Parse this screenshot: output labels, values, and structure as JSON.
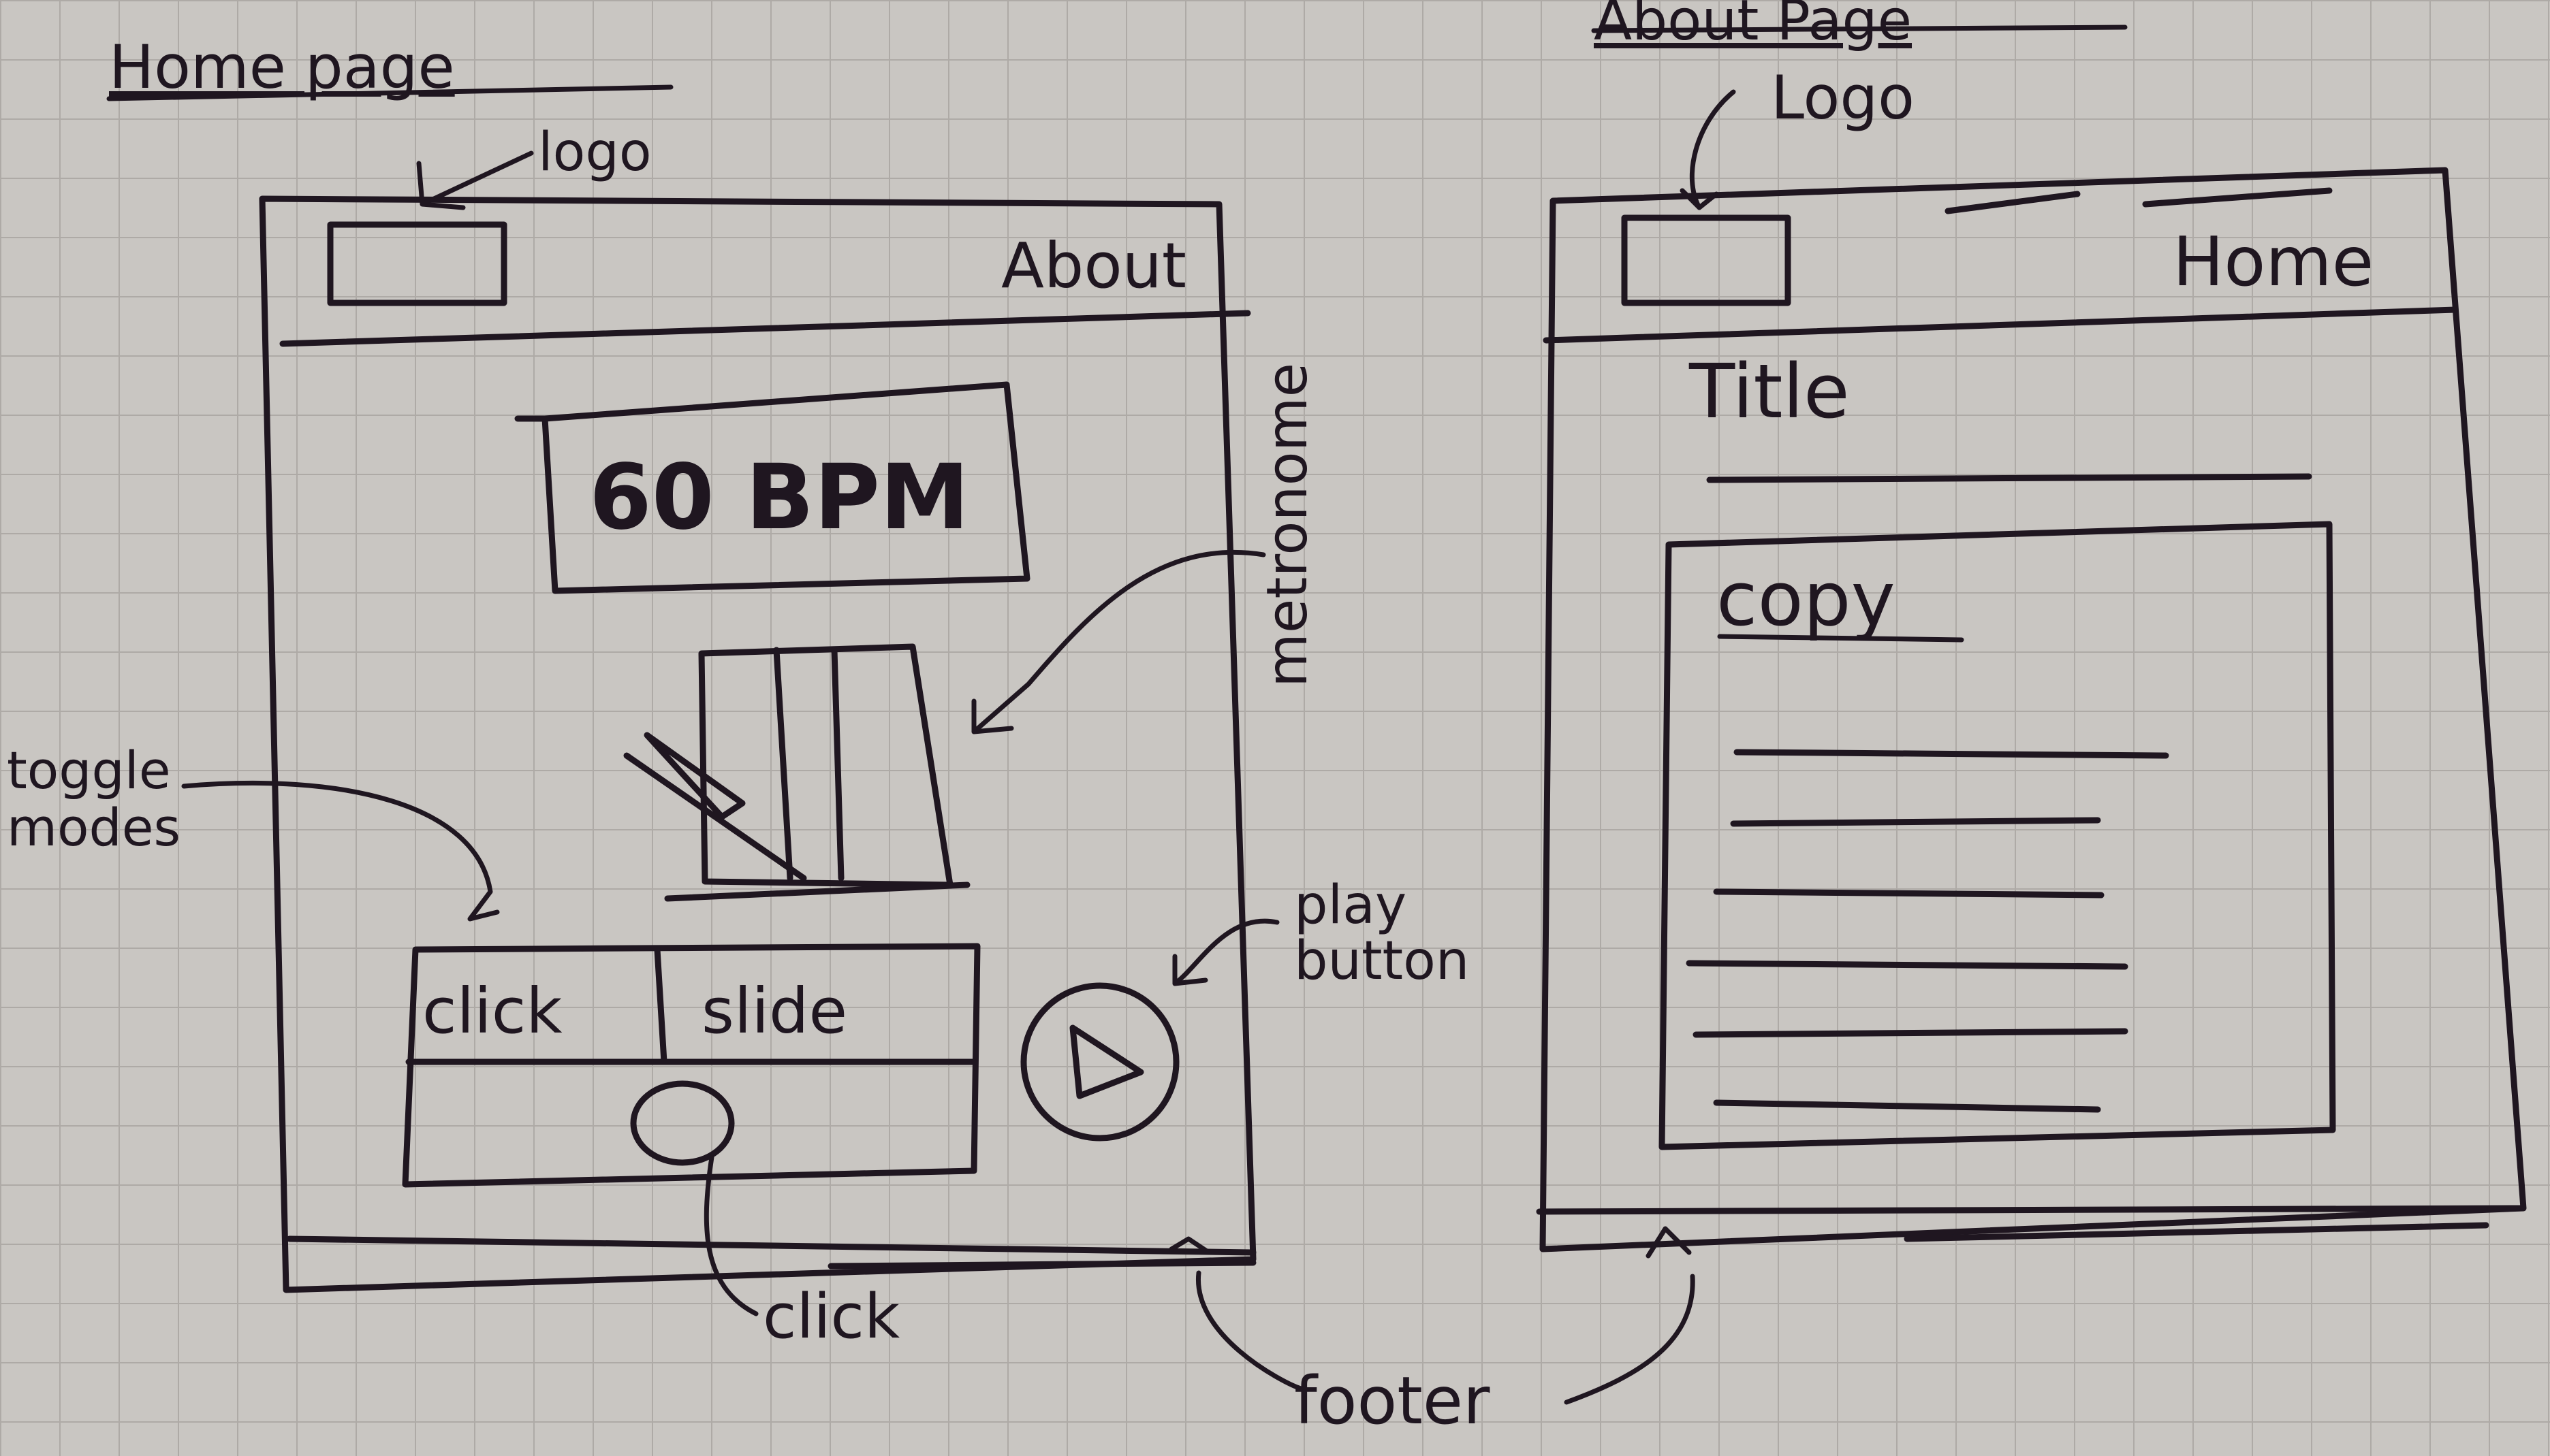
{
  "home_sketch": {
    "heading": "Home page",
    "logo_note": "logo",
    "nav_link": "About",
    "bpm_display": "60 BPM",
    "metronome_note": "metronome",
    "toggle_note": "toggle modes",
    "toggle_modes": [
      "click",
      "slide"
    ],
    "click_note": "click",
    "play_note": "play button"
  },
  "about_sketch": {
    "heading": "About Page",
    "logo_note": "Logo",
    "nav_link": "Home",
    "title": "Title",
    "copy": "copy"
  },
  "footer_note": "footer"
}
